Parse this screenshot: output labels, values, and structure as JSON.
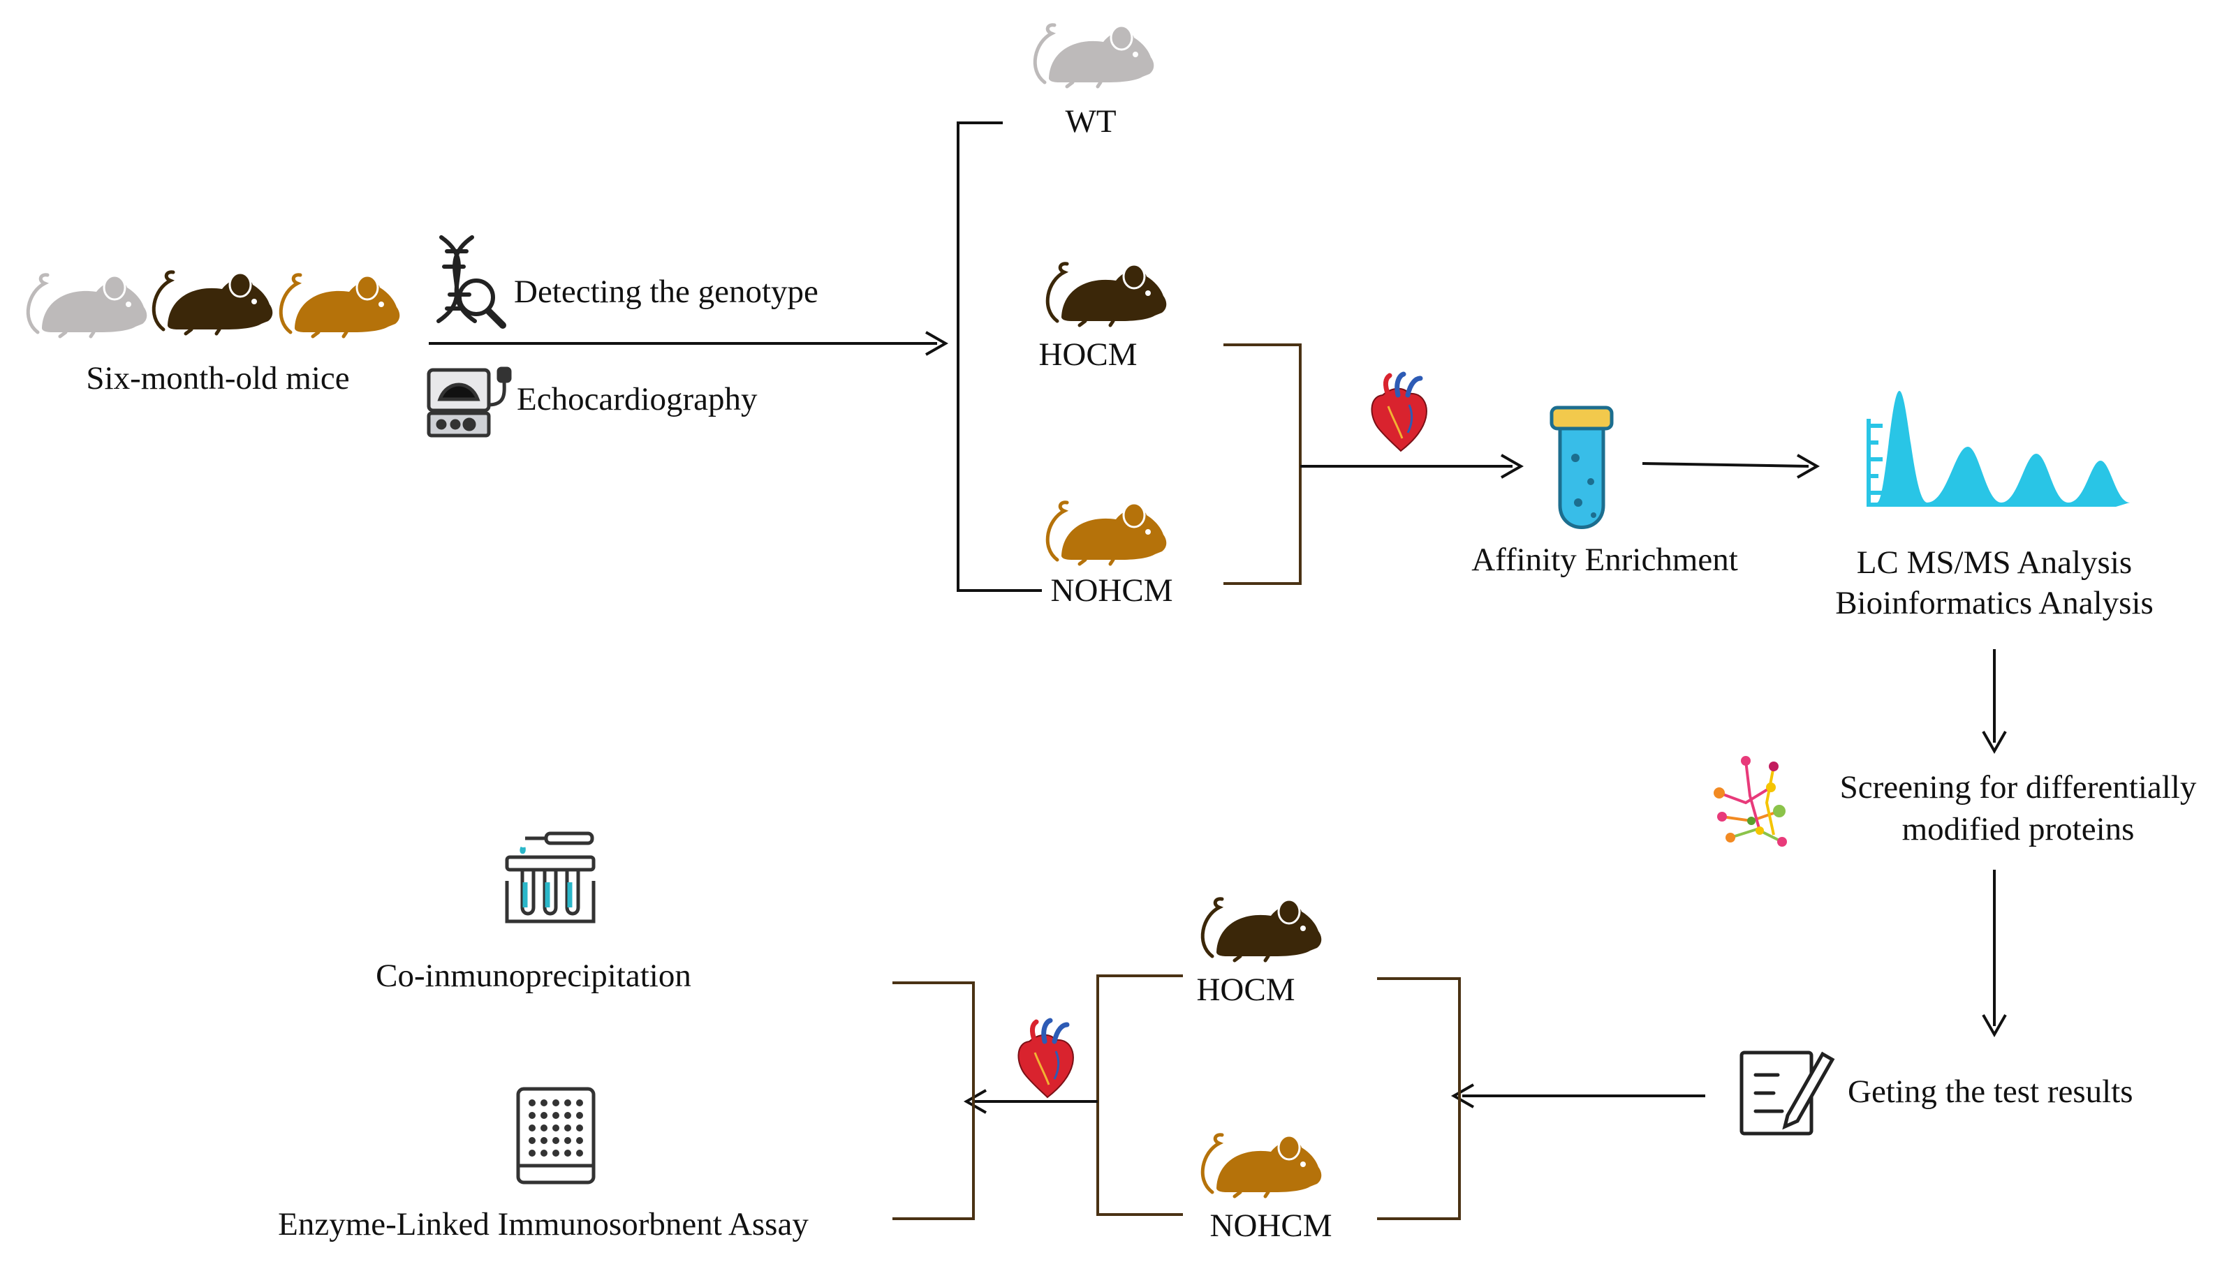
{
  "labels": {
    "mice_start": "Six-month-old mice",
    "detect_genotype": "Detecting the genotype",
    "echocardiography": "Echocardiography",
    "wt": "WT",
    "hocm_top": "HOCM",
    "nohcm_top": "NOHCM",
    "affinity": "Affinity Enrichment",
    "lcms": "LC MS/MS Analysis",
    "bioinfo": "Bioinformatics Analysis",
    "screening_1": "Screening for differentially",
    "screening_2": "modified proteins",
    "results": "Geting the test results",
    "hocm_bottom": "HOCM",
    "nohcm_bottom": "NOHCM",
    "coip": "Co-inmunoprecipitation",
    "elisa": "Enzyme-Linked Immunosorbnent Assay"
  },
  "colors": {
    "mouse_wt": "#bdbaba",
    "mouse_hocm": "#3b2709",
    "mouse_nohcm": "#b5720a",
    "bracket_brown": "#4a3214",
    "line_black": "#111111",
    "tube_blue": "#38bde8",
    "tube_cap": "#f2c94c",
    "peaks_cyan": "#29c5e6",
    "heart_red": "#d9232e",
    "heart_blue": "#2d5bb5"
  },
  "icons": [
    "mouse-icon",
    "dna-search-icon",
    "ultrasound-machine-icon",
    "heart-icon",
    "test-tube-icon",
    "chromatogram-peaks-icon",
    "protein-network-icon",
    "checklist-pen-icon",
    "pipette-tubes-icon",
    "microplate-icon"
  ]
}
